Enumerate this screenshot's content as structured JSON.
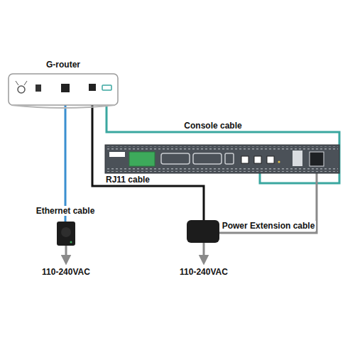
{
  "diagram": {
    "nodes": [
      {
        "text": [
          "G-router"
        ]
      }
    ],
    "labels": [
      "Console cable",
      "RJ11 cable",
      "Ethernet cable",
      "Power Extension cable",
      "110-240VAC",
      "110-240VAC"
    ]
  }
}
